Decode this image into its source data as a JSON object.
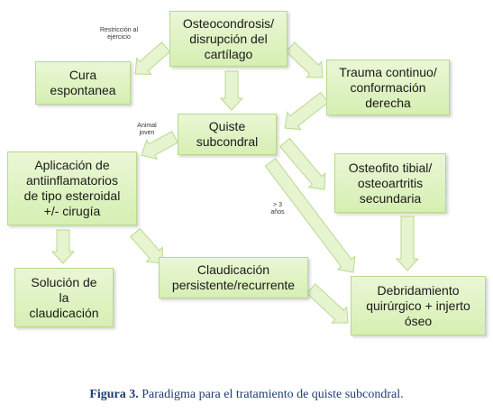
{
  "nodes": {
    "osteocondrosis": "Osteocondrosis/\ndisrupción del\ncartílago",
    "cura": "Cura\nespontanea",
    "trauma": "Trauma continuo/\nconformación\nderecha",
    "quiste": "Quiste\nsubcondral",
    "aplicacion": "Aplicación de\nantiinflamatorios\nde tipo esteroidal\n+/- cirugía",
    "osteofito": "Osteofito tibial/\nosteoartritis\nsecundaria",
    "solucion": "Solución de\nla\nclaudicación",
    "claudicacion": "Claudicación\npersistente/recurrente",
    "debridamiento": "Debridamiento\nquirúrgico + injerto\nóseo"
  },
  "labels": {
    "restriccion": "Restricción al\nejercicio",
    "animal_joven": "Animal\njoven",
    "mayor_3": "> 3\naños"
  },
  "caption": {
    "label": "Figura 3.",
    "text": "Paradigma para el tratamiento de quiste subcondral."
  },
  "colors": {
    "node_fill": "#dcf1bd",
    "node_border": "#b7d98c",
    "arrow_fill": "#e6f4cf",
    "arrow_stroke": "#b9d98f",
    "caption": "#1f3e70"
  }
}
